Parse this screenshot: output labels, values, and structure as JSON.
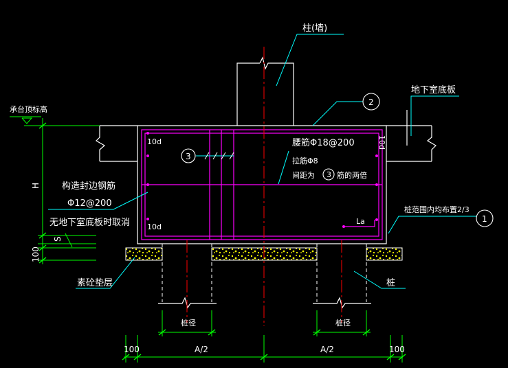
{
  "labels": {
    "column_wall": "柱(墙)",
    "basement_slab": "地下室底板",
    "pile_cap_top": "承台顶标高",
    "construction_rebar_line1": "构造封边钢筋",
    "construction_rebar_line2": "Φ12@200",
    "construction_rebar_line3": "无地下室底板时取消",
    "cushion_layer": "素砼垫层",
    "pile": "桩",
    "pile_range_note": "桩范围内均布置2/3",
    "stirrup_main": "腰筋Φ18@200",
    "tie_bar": "拉筋Φ8",
    "tie_spacing_prefix": "间距为",
    "tie_spacing_suffix": "筋的两倍",
    "ten_d_top": "10d",
    "ten_d_bottom": "10d",
    "ten_d_right": "10d",
    "la": "La",
    "pile_dia_left": "桩径",
    "pile_dia_right": "桩径",
    "h_label": "H",
    "s_label": "S",
    "dim_100_vertical": "100"
  },
  "callouts": {
    "c1": "1",
    "c2": "2",
    "c3a": "3",
    "c3b": "3"
  },
  "dimensions": {
    "left_100": "100",
    "half_a_left": "A/2",
    "half_a_right": "A/2",
    "right_100": "100"
  },
  "colors": {
    "background": "#000000",
    "white": "#ffffff",
    "magenta": "#ff00ff",
    "cyan": "#00ffff",
    "green": "#00ff00",
    "yellow": "#ffff00",
    "red": "#ff0000"
  }
}
